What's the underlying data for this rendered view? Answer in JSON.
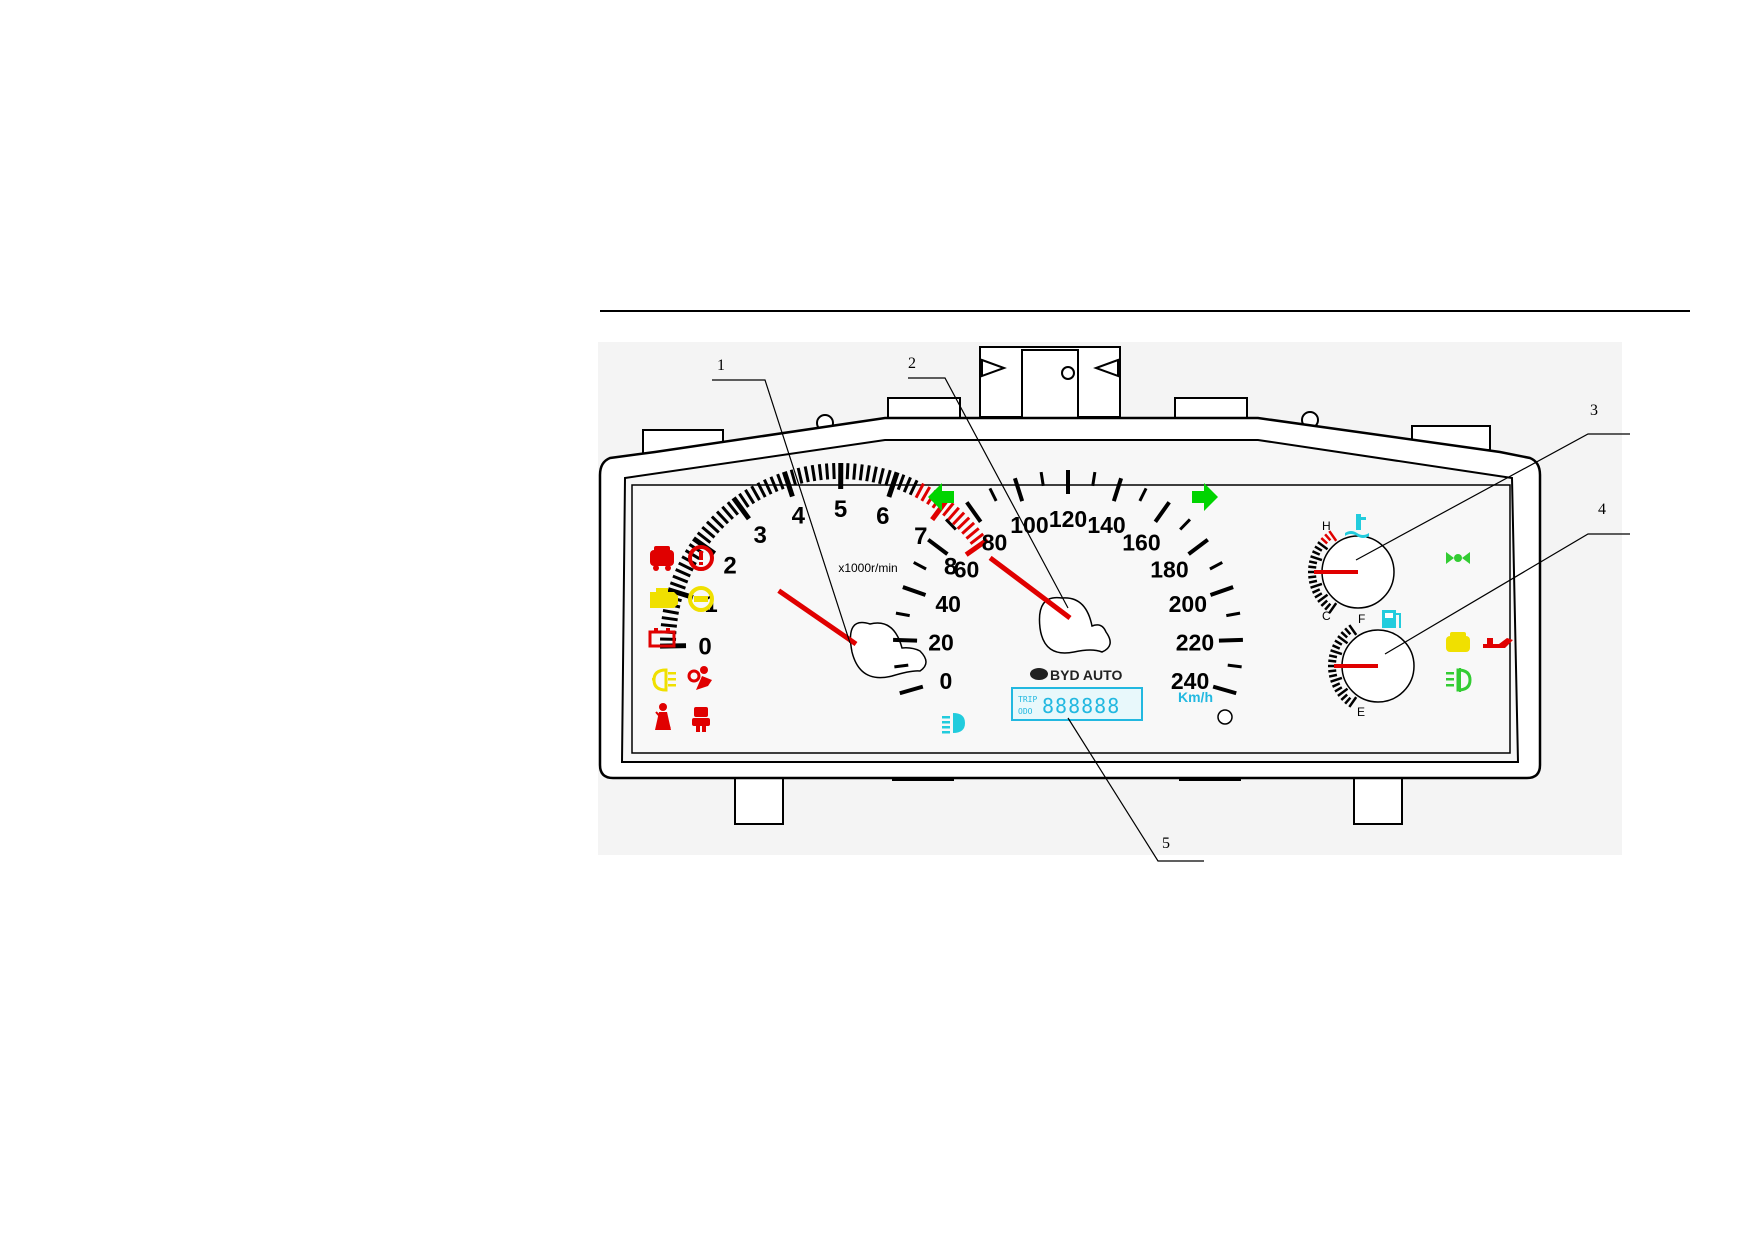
{
  "colors": {
    "needle": "#e00000",
    "redzone": "#e00000",
    "turn_arrow": "#00d400",
    "lcd_text": "#22b8e0",
    "warn_red": "#e00000",
    "warn_yellow": "#f0e000",
    "warn_green": "#33cc33",
    "warn_cyan": "#22ccdd",
    "panel_bg": "#f6f6f6",
    "outline": "#000000"
  },
  "callouts": [
    "1",
    "2",
    "3",
    "4",
    "5"
  ],
  "tachometer": {
    "labels": [
      "0",
      "1",
      "2",
      "3",
      "4",
      "5",
      "6",
      "7",
      "8"
    ],
    "unit": "x1000r/min",
    "redline_from": 6.5,
    "needle_value": 2.0
  },
  "speedometer": {
    "labels": [
      "0",
      "20",
      "40",
      "60",
      "80",
      "100",
      "120",
      "140",
      "160",
      "180",
      "200",
      "220",
      "240"
    ],
    "unit": "Km/h",
    "needle_value": 60
  },
  "brand": "BYD AUTO",
  "lcd": {
    "label_top": "TRIP",
    "label_bottom": "ODO",
    "digits": "888888"
  },
  "temp_gauge": {
    "hot": "H",
    "cold": "C",
    "level": 0.5
  },
  "fuel_gauge": {
    "full": "F",
    "empty": "E",
    "level": 0.5
  },
  "warning_lamps_left": [
    {
      "name": "door-open-icon",
      "color": "red"
    },
    {
      "name": "brake-warning-icon",
      "color": "red"
    },
    {
      "name": "check-engine-icon",
      "color": "yellow"
    },
    {
      "name": "abs-icon",
      "color": "yellow"
    },
    {
      "name": "battery-icon",
      "color": "red"
    },
    {
      "name": "airbag-icon",
      "color": "red"
    },
    {
      "name": "rear-fog-icon",
      "color": "yellow"
    },
    {
      "name": "seatbelt-icon",
      "color": "red"
    },
    {
      "name": "seat-icon",
      "color": "red"
    }
  ],
  "warning_lamps_right": [
    {
      "name": "side-lights-icon",
      "color": "green"
    },
    {
      "name": "door-icon",
      "color": "yellow"
    },
    {
      "name": "oil-pressure-icon",
      "color": "red"
    },
    {
      "name": "front-fog-icon",
      "color": "green"
    }
  ],
  "icons": {
    "left_turn": "left-turn-arrow-icon",
    "right_turn": "right-turn-arrow-icon",
    "high_beam": "high-beam-icon",
    "coolant": "coolant-temp-icon",
    "fuel": "fuel-pump-icon",
    "reset": "trip-reset-knob-icon"
  }
}
